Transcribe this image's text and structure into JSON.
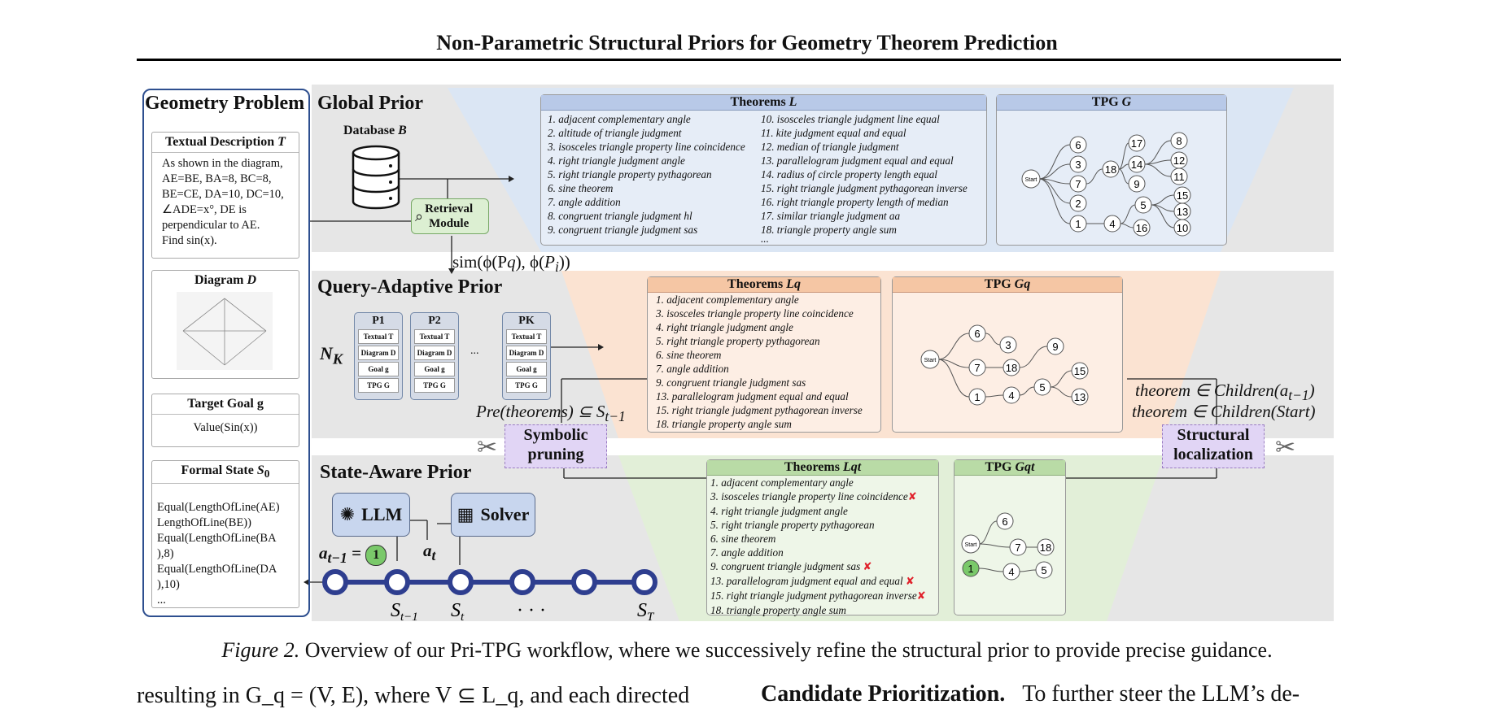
{
  "header": {
    "title": "Non-Parametric Structural Priors for Geometry Theorem Prediction"
  },
  "problem": {
    "title": "Geometry Problem",
    "textual_header": "Textual Description",
    "textual_sym": "T",
    "textual_lines": [
      "As shown in the diagram,",
      "AE=BE, BA=8, BC=8,",
      "BE=CE, DA=10, DC=10,",
      "∠ADE=x°, DE is",
      "perpendicular to AE.",
      "Find sin(x)."
    ],
    "diagram_header": "Diagram",
    "diagram_sym": "D",
    "goal_header": "Target Goal",
    "goal_sym": "g",
    "goal_value": "Value(Sin(x))",
    "state_header": "Formal State",
    "state_sym": "S",
    "state_sub": "0",
    "state_lines": [
      "Equal(LengthOfLine(AE)",
      "LengthOfLine(BE))",
      "Equal(LengthOfLine(BA",
      "),8)",
      "Equal(LengthOfLine(DA",
      "),10)",
      "..."
    ]
  },
  "global": {
    "title": "Global Prior",
    "database_label": "Database",
    "database_sym": "B",
    "retrieval_label": [
      "Retrieval",
      "Module"
    ],
    "sim_label": "sim(ϕ(P",
    "theorems_header": "Theorems",
    "theorems_sym": "L",
    "theorems_col1": [
      "1. adjacent complementary angle",
      "2. altitude of triangle judgment",
      "3. isosceles triangle property line coincidence",
      "4. right triangle judgment angle",
      "5. right triangle property pythagorean",
      "6. sine theorem",
      "7. angle addition",
      "8. congruent triangle judgment hl",
      "9. congruent triangle judgment sas"
    ],
    "theorems_col2": [
      "10. isosceles triangle judgment line equal",
      "11. kite judgment equal and equal",
      "12. median of triangle judgment",
      "13. parallelogram judgment equal and equal",
      "14. radius of circle property length equal",
      "15. right triangle judgment pythagorean inverse",
      "16. right triangle property length of median",
      "17. similar triangle judgment aa",
      "18. triangle property angle sum"
    ],
    "tpg_header": "TPG",
    "tpg_sym": "G",
    "ellipsis": "..."
  },
  "query": {
    "title": "Query-Adaptive Prior",
    "nk": "N",
    "nk_sub": "K",
    "problems": [
      "P1",
      "P2",
      "PK"
    ],
    "problem_cells": [
      "Textual T",
      "Diagram D",
      "Goal g",
      "TPG G"
    ],
    "dots": "...",
    "theorems_header": "Theorems",
    "theorems_sym": "Lq",
    "theorems": [
      "1. adjacent complementary angle",
      "3. isosceles triangle property line coincidence",
      "4. right triangle judgment angle",
      "5. right triangle property pythagorean",
      "6. sine theorem",
      "7. angle addition",
      "9. congruent triangle judgment sas",
      "13. parallelogram judgment equal and equal",
      "15. right triangle judgment pythagorean inverse",
      "18. triangle property angle sum"
    ],
    "tpg_header": "TPG",
    "tpg_sym": "Gq",
    "pre_label": "Pre(theorems) ⊆ S",
    "pre_sub": "t−1",
    "children1": "theorem ∈ Children(a",
    "children1_sub": "t−1",
    "children2": "theorem ∈ Children(Start)"
  },
  "state": {
    "title": "State-Aware Prior",
    "llm": "LLM",
    "solver": "Solver",
    "a_prev": "a",
    "a_prev_sub": "t−1",
    "a_prev_val": "1",
    "a_t": "a",
    "a_t_sub": "t",
    "s_labels": [
      "S",
      "S",
      "· · ·",
      "S"
    ],
    "s_subs": [
      "t−1",
      "t",
      "",
      "T"
    ],
    "symbolic": [
      "Symbolic",
      "pruning"
    ],
    "structural": [
      "Structural",
      "localization"
    ],
    "theorems_header": "Theorems",
    "theorems_sym": "Lqt",
    "theorems": [
      "1. adjacent complementary angle",
      "3. isosceles triangle property line coincidence",
      "4. right triangle judgment angle",
      "5. right triangle property pythagorean",
      "6. sine theorem",
      "7. angle addition",
      "9. congruent triangle judgment sas",
      "13. parallelogram judgment equal and equal",
      "15. right triangle judgment pythagorean inverse",
      "18. triangle property angle sum"
    ],
    "tpg_header": "TPG",
    "tpg_sym": "Gqt"
  },
  "tpg_nodes": {
    "global": [
      "Start",
      "6",
      "3",
      "7",
      "2",
      "1",
      "18",
      "4",
      "17",
      "14",
      "9",
      "5",
      "16",
      "8",
      "12",
      "11",
      "15",
      "13",
      "10"
    ],
    "query": [
      "Start",
      "6",
      "3",
      "7",
      "18",
      "9",
      "1",
      "4",
      "5",
      "15",
      "13"
    ],
    "state": [
      "Start",
      "6",
      "7",
      "18",
      "1",
      "4",
      "5"
    ]
  },
  "caption": {
    "fig": "Figure 2.",
    "text": " Overview of our Pri-TPG workflow, where we successively refine the structural prior to provide precise guidance."
  },
  "body": {
    "left": "resulting in G_q = (V, E), where V ⊆ L_q, and each directed",
    "right_bold": "Candidate Prioritization.",
    "right_text": "To further steer the LLM’s de-"
  },
  "colors": {
    "global": "#dbe6f4",
    "query": "#fbe3d2",
    "state": "#e2efd8",
    "gray": "#e6e6e6",
    "purple": "#e1d5f5",
    "chain": "#2e3e8f",
    "red": "#e0202a",
    "green": "#7ac96a"
  }
}
